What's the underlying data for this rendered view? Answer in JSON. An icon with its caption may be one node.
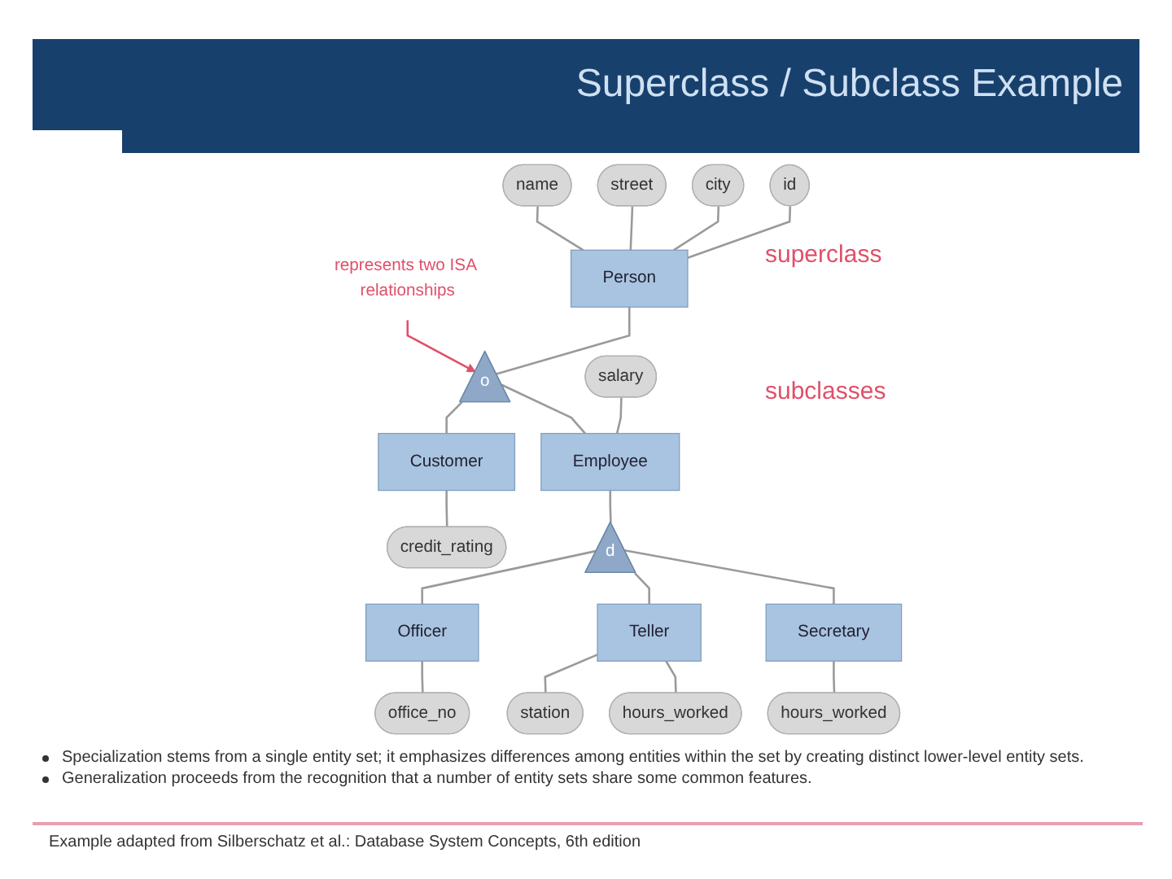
{
  "diagram": {
    "title": "Superclass / Subclass Example",
    "nodes": [
      {
        "text": [
          "name"
        ]
      },
      {
        "text": [
          "street"
        ]
      },
      {
        "text": [
          "city"
        ]
      },
      {
        "text": [
          "id"
        ]
      },
      {
        "text": [
          "Person"
        ]
      },
      {
        "text": [
          "represents two ISA relationships"
        ]
      },
      {
        "text": [
          "o"
        ]
      },
      {
        "text": [
          "salary"
        ]
      },
      {
        "text": [
          "Employee"
        ]
      },
      {
        "text": [
          "Customer"
        ]
      },
      {
        "text": [
          "credit_rating"
        ]
      },
      {
        "text": [
          "d"
        ]
      },
      {
        "text": [
          "Officer"
        ]
      },
      {
        "text": [
          "Teller"
        ]
      },
      {
        "text": [
          "Secretary"
        ]
      },
      {
        "text": [
          "office_no"
        ]
      },
      {
        "text": [
          "station"
        ]
      },
      {
        "text": [
          "hours_worked"
        ]
      },
      {
        "text": [
          "hours_worked"
        ]
      }
    ],
    "edges": [
      {
        "from": 0,
        "to": 4,
        "arrow": "none"
      },
      {
        "from": 1,
        "to": 4,
        "arrow": "none"
      },
      {
        "from": 2,
        "to": 4,
        "arrow": "none"
      },
      {
        "from": 3,
        "to": 4,
        "arrow": "none"
      },
      {
        "from": 5,
        "to": 6,
        "arrow": "to",
        "color": "#e0506a"
      },
      {
        "from": 4,
        "to": 6,
        "arrow": "none"
      },
      {
        "from": 6,
        "to": 8,
        "arrow": "none"
      },
      {
        "from": 6,
        "to": 9,
        "arrow": "none"
      },
      {
        "from": 7,
        "to": 8,
        "arrow": "none"
      },
      {
        "from": 9,
        "to": 10,
        "arrow": "none"
      },
      {
        "from": 8,
        "to": 11,
        "arrow": "none"
      },
      {
        "from": 11,
        "to": 12,
        "arrow": "none"
      },
      {
        "from": 11,
        "to": 13,
        "arrow": "none"
      },
      {
        "from": 11,
        "to": 14,
        "arrow": "none"
      },
      {
        "from": 12,
        "to": 15,
        "arrow": "none"
      },
      {
        "from": 13,
        "to": 16,
        "arrow": "none"
      },
      {
        "from": 13,
        "to": 17,
        "arrow": "none"
      },
      {
        "from": 14,
        "to": 18,
        "arrow": "none"
      }
    ],
    "labels": [
      "superclass",
      "subclasses",
      "Specialization stems from a single entity set; it emphasizes differences among entities within the set by creating distinct lower-level entity sets.",
      "Generalization proceeds from the recognition that a number of entity sets share some common features."
    ],
    "caption": "Example adapted from Silberschatz et al.: Database System Concepts, 6th edition"
  }
}
